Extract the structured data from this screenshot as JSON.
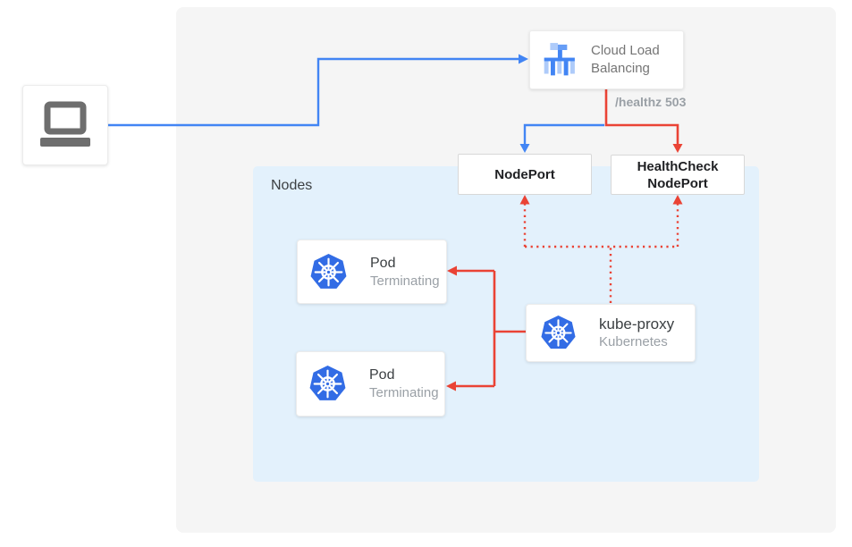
{
  "client": {
    "icon": "laptop-icon"
  },
  "clb": {
    "line1": "Cloud Load",
    "line2": "Balancing",
    "icon": "cloud-load-balancing-icon"
  },
  "healthz_label": "/healthz 503",
  "nodeport": {
    "label": "NodePort"
  },
  "healthcheck_nodeport": {
    "line1": "HealthCheck",
    "line2": "NodePort"
  },
  "nodes": {
    "label": "Nodes",
    "pods": [
      {
        "title": "Pod",
        "status": "Terminating",
        "icon": "kubernetes-icon"
      },
      {
        "title": "Pod",
        "status": "Terminating",
        "icon": "kubernetes-icon"
      }
    ],
    "kube_proxy": {
      "title": "kube-proxy",
      "subtitle": "Kubernetes",
      "icon": "kubernetes-icon"
    }
  },
  "colors": {
    "traffic_blue": "#4285F4",
    "health_red": "#EA4335",
    "nodes_bg": "#E3F1FC",
    "panel_bg": "#F5F5F5",
    "kubernetes_blue": "#326CE5",
    "clb_icon_dark": "#4285F4",
    "clb_icon_medium": "#669DF6",
    "clb_icon_light": "#AECBFA",
    "laptop_gray": "#6E6E6E",
    "muted_text": "#9AA0A6",
    "body_text": "#757575",
    "dark_text": "#202124"
  }
}
